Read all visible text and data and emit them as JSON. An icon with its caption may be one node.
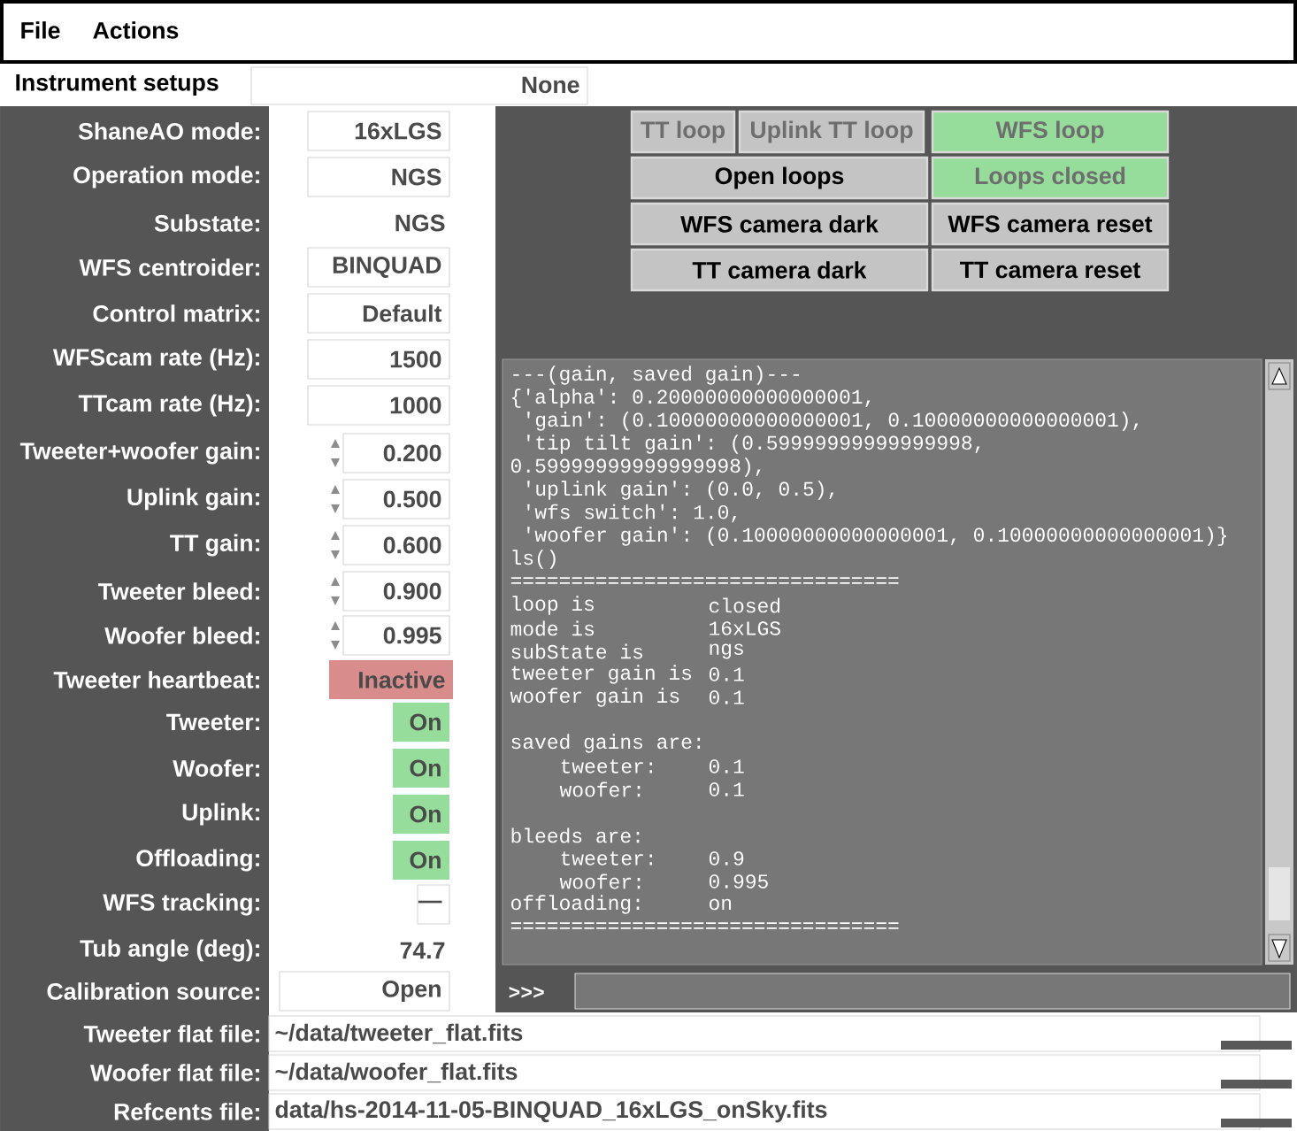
{
  "diagram": {
    "labels": [
      "File",
      "Actions",
      "Instrument setups",
      "None",
      "ShaneAO mode:",
      "16xLGS",
      "Operation mode:",
      "NGS",
      "Substate:",
      "NGS",
      "WFS centroider:",
      "BINQUAD",
      "Control matrix:",
      "Default",
      "WFScam rate (Hz):",
      "1500",
      "TTcam rate (Hz):",
      "1000",
      "Tweeter+woofer gain:",
      "0.200",
      "Uplink gain:",
      "0.500",
      "TT gain:",
      "0.600",
      "Tweeter bleed:",
      "0.900",
      "Woofer bleed:",
      "0.995",
      "Tweeter heartbeat:",
      "Inactive",
      "Tweeter:",
      "On",
      "Woofer:",
      "On",
      "Uplink:",
      "On",
      "Offloading:",
      "On",
      "WFS tracking:",
      "—",
      "Tub angle (deg):",
      "74.7",
      "Calibration source:",
      "Open",
      "TT loop",
      "Uplink TT loop",
      "WFS loop",
      "Open loops",
      "Loops closed",
      "WFS camera dark",
      "WFS camera reset",
      "TT camera dark",
      "TT camera reset",
      "---(gain, saved gain)---",
      "{'alpha': 0.20000000000000001,",
      "'gain': (0.10000000000000001, 0.10000000000000001),",
      "'tip tilt gain': (0.59999999999999998,",
      "0.59999999999999998),",
      "'uplink gain': (0.0, 0.5),",
      "'wfs switch': 1.0,",
      "'woofer gain': (0.10000000000000001, 0.10000000000000001)}",
      "ls()",
      "================================",
      "loop is",
      "closed",
      "mode is",
      "16xLGS",
      "subState is",
      "ngs",
      "tweeter gain is",
      "0.1",
      "woofer gain is",
      "0.1",
      "saved gains are:",
      "tweeter:",
      "0.1",
      "woofer:",
      "0.1",
      "bleeds are:",
      "tweeter:",
      "0.9",
      "woofer:",
      "0.995",
      "offloading:",
      "on",
      "================================",
      ">>>",
      "Tweeter flat file:",
      "~/data/tweeter_flat.fits",
      "Woofer flat file:",
      "~/data/woofer_flat.fits",
      "Refcents file:",
      "data/hs-2014-11-05-BINQUAD_16xLGS_onSky.fits"
    ]
  }
}
